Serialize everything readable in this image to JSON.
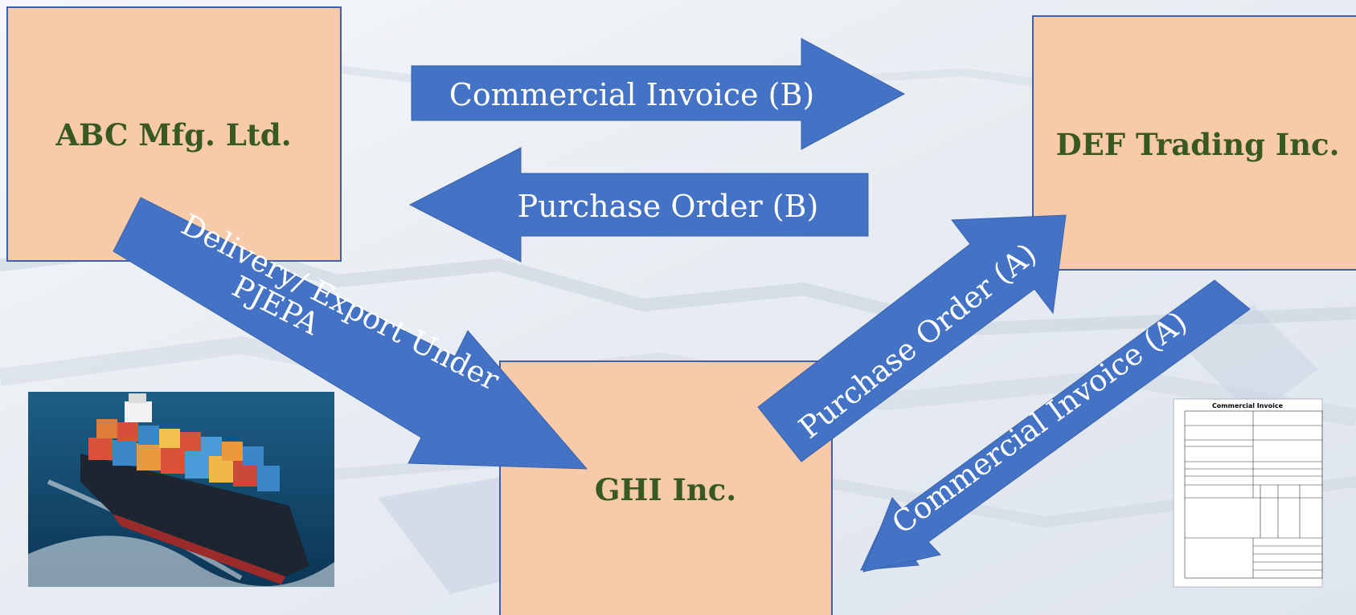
{
  "entities": {
    "abc": "ABC Mfg. Ltd.",
    "def": "DEF Trading Inc.",
    "ghi": "GHI Inc."
  },
  "arrows": {
    "commercial_invoice_b": "Commercial Invoice (B)",
    "purchase_order_b": "Purchase Order (B)",
    "delivery_line1": "Delivery/ Export Under",
    "delivery_line2": "PJEPA",
    "purchase_order_a": "Purchase Order (A)",
    "commercial_invoice_a": "Commercial Invoice (A)"
  },
  "invoice_doc": {
    "title": "Commercial Invoice"
  },
  "colors": {
    "box_fill": "#f7caa9",
    "box_border": "#3f5fa6",
    "box_text": "#38591f",
    "arrow_fill": "#4472c4",
    "arrow_text": "#ffffff"
  }
}
